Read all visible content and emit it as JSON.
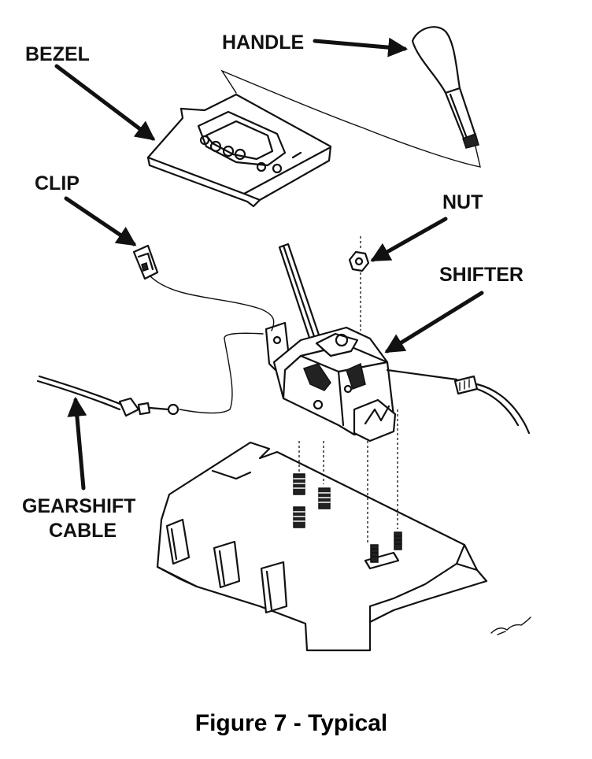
{
  "labels": {
    "bezel": "BEZEL",
    "handle": "HANDLE",
    "clip": "CLIP",
    "nut": "NUT",
    "shifter": "SHIFTER",
    "gearshift_line1": "GEARSHIFT",
    "gearshift_line2": "CABLE"
  },
  "caption": "Figure 7 - Typical"
}
